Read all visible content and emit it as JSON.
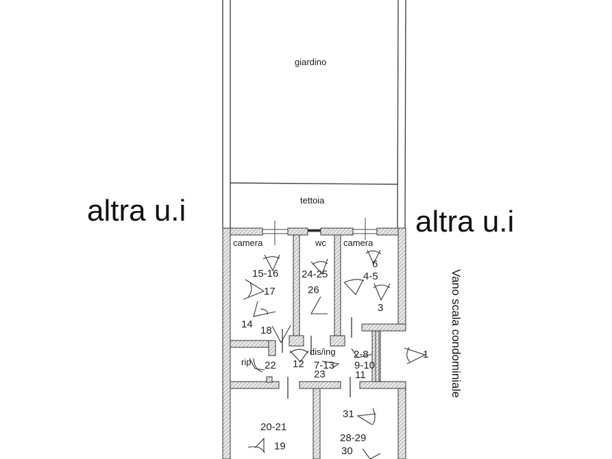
{
  "plan": {
    "outside_labels": {
      "left_neighbor": "altra u.i",
      "right_neighbor": "altra u.i",
      "stairwell": "Vano scala condominiale"
    },
    "rooms": [
      {
        "id": "giardino",
        "label": "giardino"
      },
      {
        "id": "tettoia",
        "label": "tettoia"
      },
      {
        "id": "camera-left",
        "label": "camera"
      },
      {
        "id": "wc",
        "label": "wc"
      },
      {
        "id": "camera-right",
        "label": "camera"
      },
      {
        "id": "dis-ing",
        "label": "dis/ing"
      },
      {
        "id": "rip",
        "label": "rip"
      }
    ],
    "photo_markers": [
      {
        "label": "15-16"
      },
      {
        "label": "17"
      },
      {
        "label": "14"
      },
      {
        "label": "18"
      },
      {
        "label": "24-25"
      },
      {
        "label": "26"
      },
      {
        "label": "6"
      },
      {
        "label": "4-5"
      },
      {
        "label": "3"
      },
      {
        "label": "22"
      },
      {
        "label": "12"
      },
      {
        "label": "7-13"
      },
      {
        "label": "23"
      },
      {
        "label": "2-8"
      },
      {
        "label": "9-10"
      },
      {
        "label": "11"
      },
      {
        "label": "1"
      },
      {
        "label": "20-21"
      },
      {
        "label": "19"
      },
      {
        "label": "31"
      },
      {
        "label": "28-29"
      },
      {
        "label": "30"
      }
    ],
    "colors": {
      "wall_hatch": "#8a8a8a",
      "wall_outline": "#333333",
      "line": "#444444",
      "background": "#ffffff"
    }
  }
}
